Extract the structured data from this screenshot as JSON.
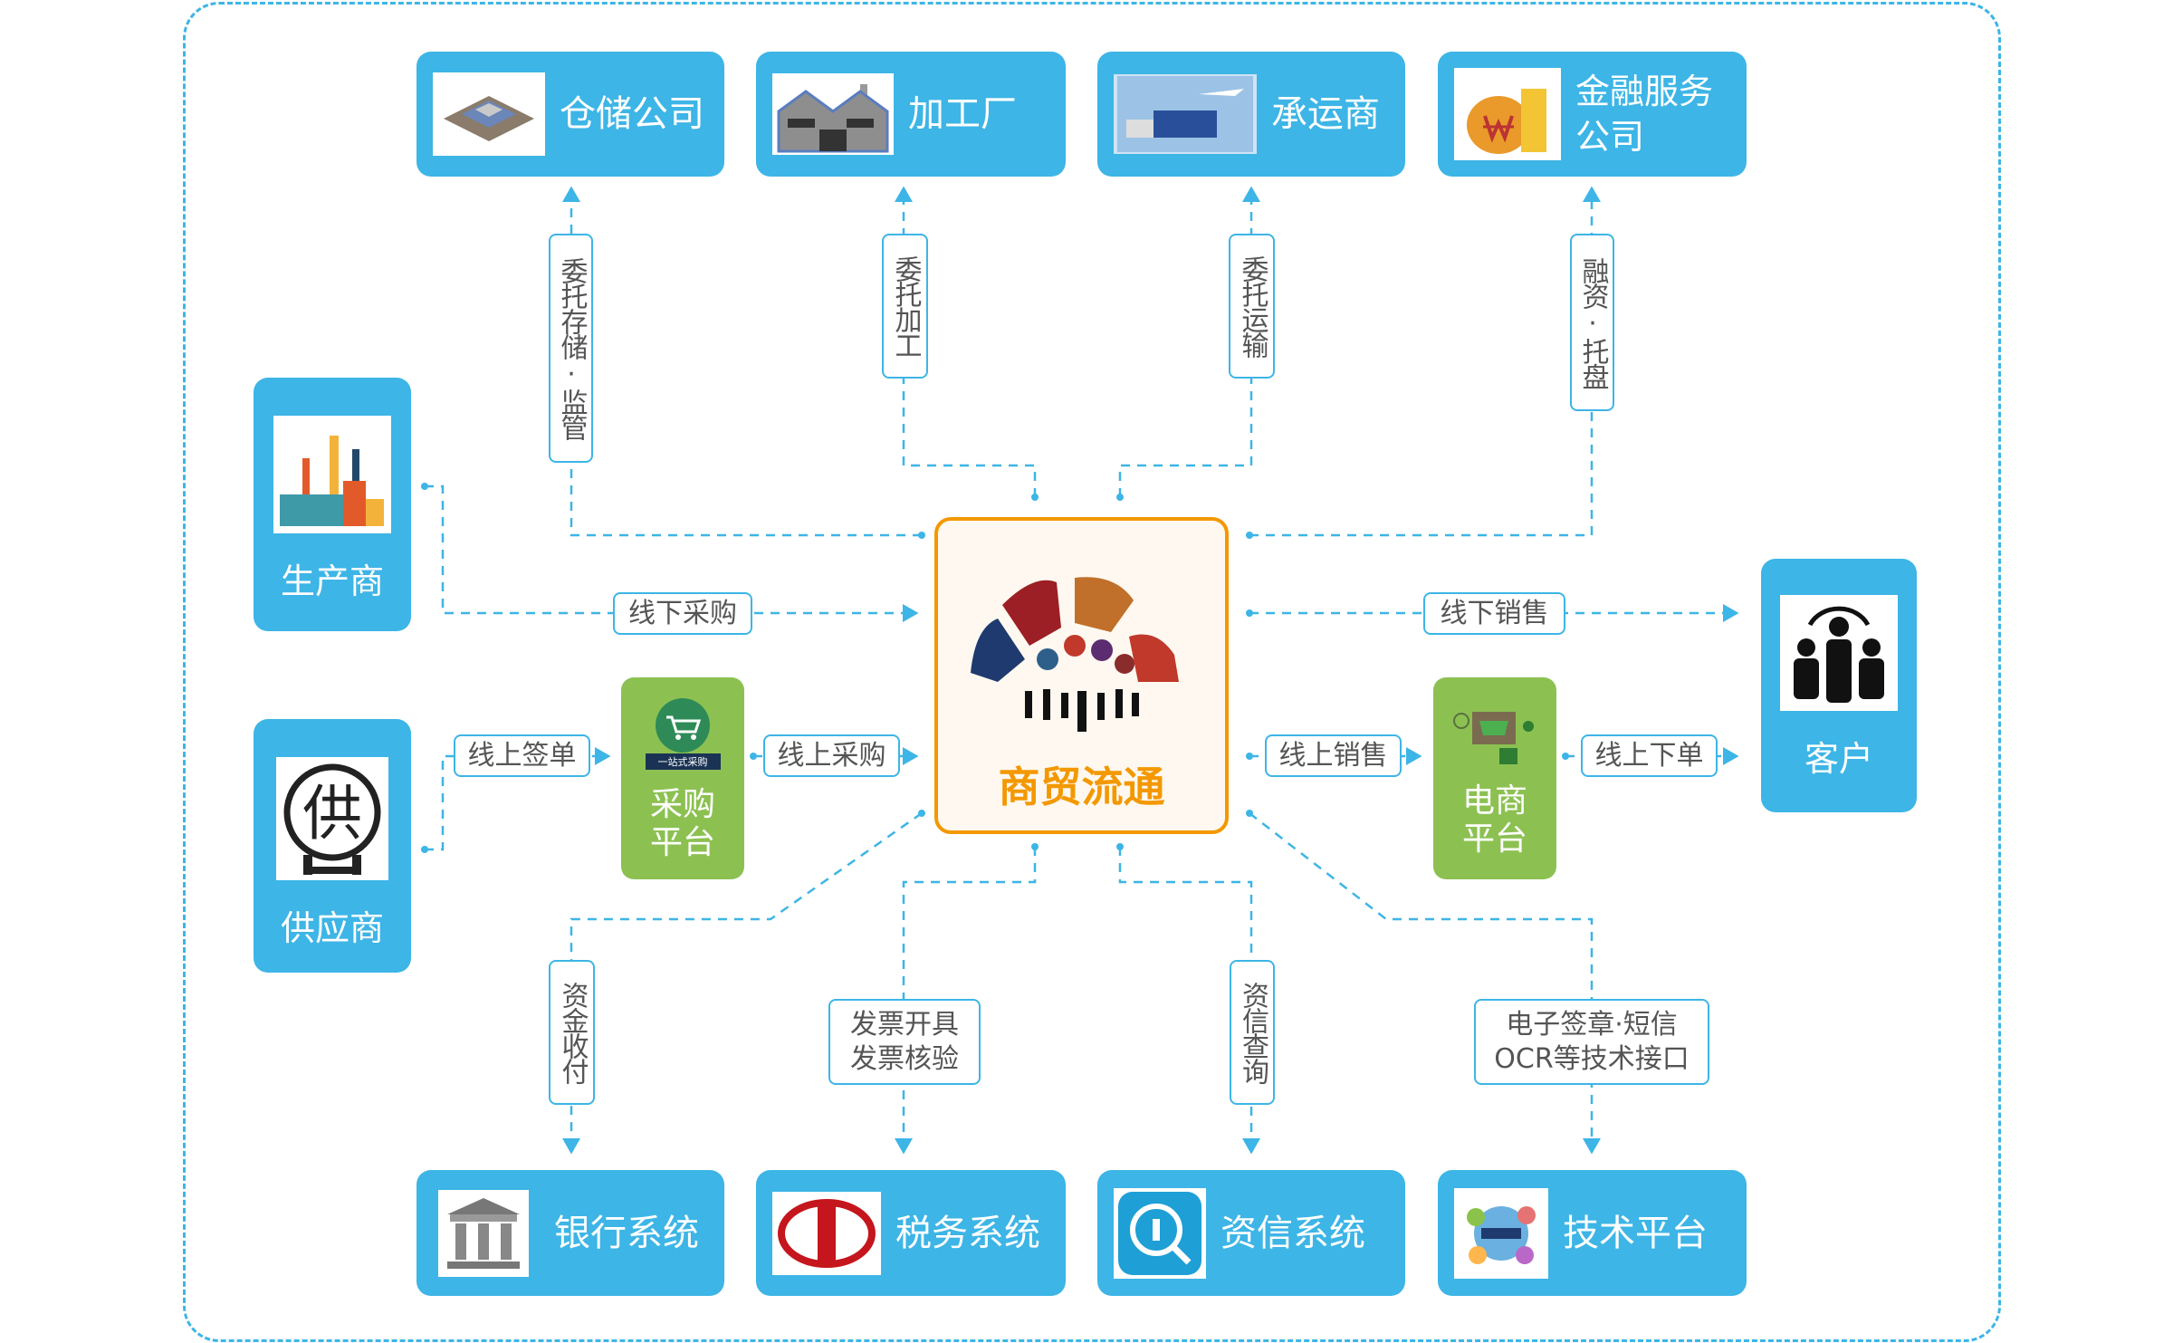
{
  "center": {
    "title": "商贸流通"
  },
  "top_nodes": [
    {
      "label": "仓储公司",
      "icon": "warehouse-icon"
    },
    {
      "label": "加工厂",
      "icon": "factory-building-icon"
    },
    {
      "label": "承运商",
      "icon": "transport-icon"
    },
    {
      "line1": "金融服务",
      "line2": "公司",
      "icon": "money-bag-icon"
    }
  ],
  "bottom_nodes": [
    {
      "label": "银行系统",
      "icon": "bank-icon"
    },
    {
      "label": "税务系统",
      "icon": "tax-emblem-icon"
    },
    {
      "label": "资信系统",
      "icon": "credit-search-icon"
    },
    {
      "label": "技术平台",
      "icon": "network-icon"
    }
  ],
  "side_nodes": {
    "producer": "生产商",
    "supplier": "供应商",
    "supplier_icon_char": "供",
    "customer": "客户"
  },
  "platforms": {
    "purchase_line1": "采购",
    "purchase_line2": "平台",
    "purchase_banner": "一站式采购",
    "ecommerce_line1": "电商",
    "ecommerce_line2": "平台"
  },
  "top_labels": [
    "委托存储·监管",
    "委托加工",
    "委托运输",
    "融资·托盘"
  ],
  "bottom_labels": {
    "fund": "资金收付",
    "invoice_line1": "发票开具",
    "invoice_line2": "发票核验",
    "credit": "资信查询",
    "tech_line1": "电子签章·短信",
    "tech_line2": "OCR等技术接口"
  },
  "flow_labels": {
    "offline_purchase": "线下采购",
    "online_sign": "线上签单",
    "online_purchase": "线上采购",
    "offline_sales": "线下销售",
    "online_sales": "线上销售",
    "online_order": "线上下单"
  },
  "colors": {
    "blue": "#3db5e6",
    "green": "#8cc152",
    "orange": "#f39800"
  }
}
